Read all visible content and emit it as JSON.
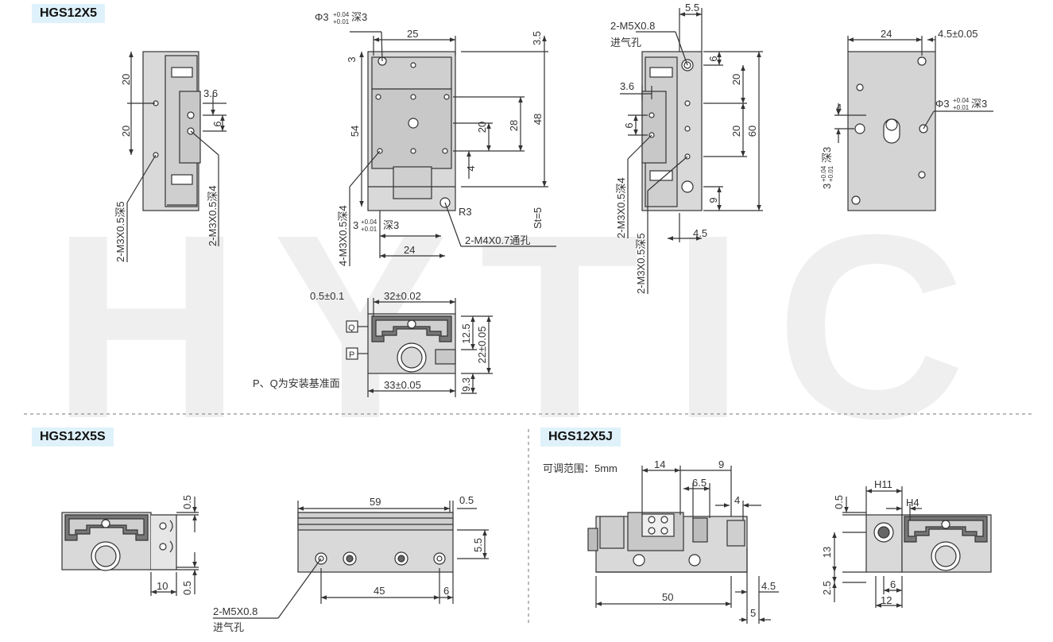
{
  "watermark": "HYTIC",
  "sections": {
    "main": "HGS12X5",
    "s": "HGS12X5S",
    "j": "HGS12X5J"
  },
  "views": {
    "side_left": {
      "d1": "20",
      "d2": "20",
      "d3": "3.6",
      "d4": "6",
      "c1": "2-M3X0.5深5",
      "c2": "2-M3X0.5深4"
    },
    "top": {
      "phi_base": "Φ3",
      "phi_tol_up": "+0.04",
      "phi_tol_dn": "+0.01",
      "phi_depth": "深3",
      "w25": "25",
      "d3": "3",
      "d54": "54",
      "d35": "3.5",
      "d48": "48",
      "d28": "28",
      "d20": "20",
      "d4": "4",
      "st": "St=5",
      "r3": "R3",
      "hole_w": "3",
      "hole_up": "+0.04",
      "hole_dn": "+0.01",
      "hole_depth": "深3",
      "c4": "4-M3X0.5深4",
      "m4": "2-M4X0.7通孔",
      "w24": "24"
    },
    "side_right": {
      "m5": "2-M5X0.8",
      "inlet": "进气孔",
      "d55": "5.5",
      "d6": "6",
      "d20a": "20",
      "d20b": "20",
      "d60": "60",
      "d36": "3.6",
      "d6b": "6",
      "d9": "9",
      "d45": "4.5",
      "c1": "2-M3X0.5深4",
      "c2": "2-M3X0.5深5"
    },
    "bottom": {
      "w24": "24",
      "d45": "4.5±0.05",
      "d4": "4",
      "phi_base": "Φ3",
      "phi_up": "+0.04",
      "phi_dn": "+0.01",
      "phi_depth": "深3",
      "v_base": "3",
      "v_up": "+0.04",
      "v_dn": "+0.01",
      "v_depth": "深3"
    },
    "end": {
      "d05": "0.5±0.1",
      "d32": "32±0.02",
      "q": "Q",
      "p": "P",
      "d125": "12.5",
      "d22": "22±0.05",
      "d93": "9.3",
      "d33": "33±0.05",
      "note": "P、Q为安装基准面"
    },
    "s_end": {
      "d05a": "0.5",
      "d05b": "0.5",
      "d10": "10"
    },
    "s_side": {
      "d59": "59",
      "d05": "0.5",
      "d55": "5.5",
      "d45": "45",
      "d6": "6",
      "m5": "2-M5X0.8",
      "inlet": "进气孔"
    },
    "j_side": {
      "range": "可调范围：5mm",
      "d14": "14",
      "d9": "9",
      "d65": "6.5",
      "d4": "4",
      "d50": "50",
      "d45": "4.5",
      "d5": "5"
    },
    "j_end": {
      "h11": "H11",
      "h4": "H4",
      "d05": "0.5",
      "d13": "13",
      "d25": "2.5",
      "d6": "6",
      "d12": "12"
    }
  },
  "colors": {
    "tag_bg": "#dff2fb",
    "body_fill": "#d9d9d9",
    "body_dark": "#bdbdbd",
    "line": "#333333",
    "watermark": "#efefef"
  }
}
